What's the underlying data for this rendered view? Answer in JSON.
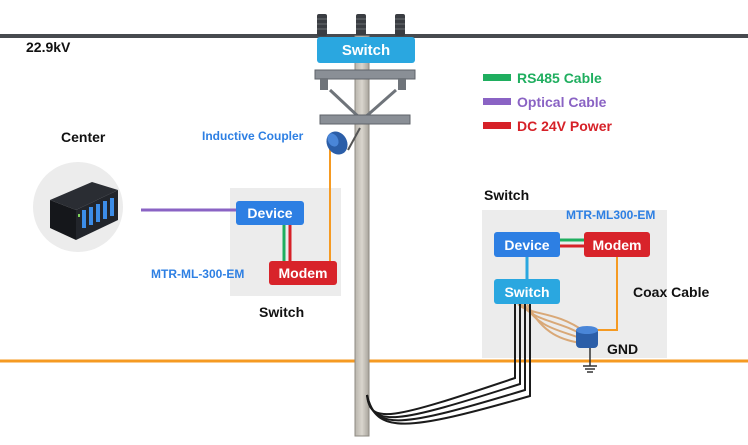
{
  "voltage_label": "22.9kV",
  "labels": {
    "center": "Center",
    "inductive_coupler": "Inductive Coupler",
    "switch_left": "Switch",
    "switch_right": "Switch",
    "model_left": "MTR-ML-300-EM",
    "model_right": "MTR-ML300-EM",
    "coax_cable": "Coax Cable",
    "gnd": "GND"
  },
  "boxes": {
    "pole_switch": "Switch",
    "left_device": "Device",
    "left_modem": "Modem",
    "right_device": "Device",
    "right_modem": "Modem",
    "right_switch": "Switch"
  },
  "legend": [
    {
      "label": "RS485 Cable",
      "color": "#1fae5f"
    },
    {
      "label": "Optical Cable",
      "color": "#8a63c4"
    },
    {
      "label": "DC 24V Power",
      "color": "#d62128"
    }
  ],
  "colors": {
    "switch_box": "#2aa7e0",
    "device_box": "#2d7fe3",
    "modem_box": "#d8232a",
    "ground_line": "#f59a22",
    "overhead_line": "#474a4f",
    "model_text": "#2d7fe3",
    "coupler_text": "#2d7fe3"
  }
}
